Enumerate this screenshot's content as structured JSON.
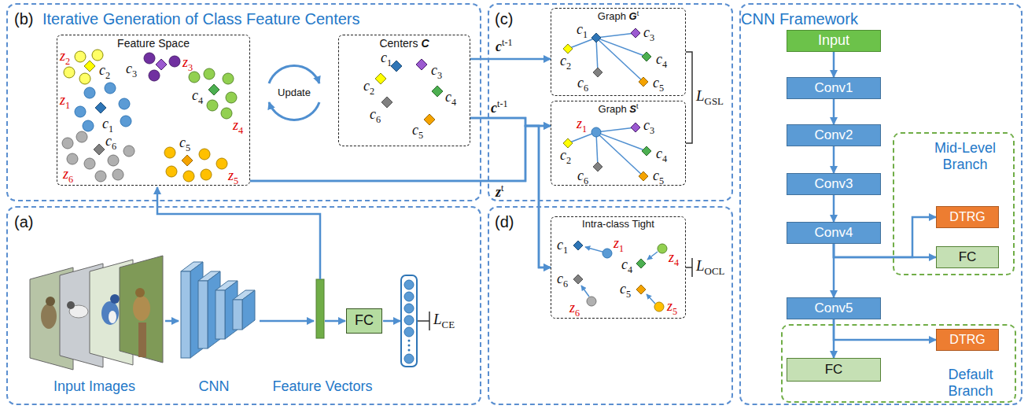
{
  "diagram": {
    "nodes": [
      {
        "text": [
          "(b)",
          "Iterative Generation of Class Feature Centers"
        ]
      },
      {
        "text": [
          "Feature Space"
        ],
        "in": 0
      },
      {
        "text": [
          "Centers C"
        ],
        "in": 0
      },
      {
        "text": [
          "(c)"
        ]
      },
      {
        "text": [
          "Graph Gt"
        ],
        "in": 3
      },
      {
        "text": [
          "Graph St"
        ],
        "in": 3
      },
      {
        "text": [
          "CNN Framework"
        ]
      },
      {
        "text": [
          "Input"
        ],
        "in": 6
      },
      {
        "text": [
          "Conv1"
        ],
        "in": 6
      },
      {
        "text": [
          "Conv2"
        ],
        "in": 6
      },
      {
        "text": [
          "Mid-Level Branch"
        ],
        "in": 6
      },
      {
        "text": [
          "Conv3"
        ],
        "in": 6
      },
      {
        "text": [
          "DTRG"
        ],
        "in": 10
      },
      {
        "text": [
          "Conv4"
        ],
        "in": 6
      },
      {
        "text": [
          "FC"
        ],
        "in": 10
      },
      {
        "text": [
          "Conv5"
        ],
        "in": 6
      },
      {
        "text": [
          "Default Branch"
        ],
        "in": 6
      },
      {
        "text": [
          "DTRG"
        ],
        "in": 16
      },
      {
        "text": [
          "FC"
        ],
        "in": 16
      },
      {
        "text": [
          "(a)"
        ]
      },
      {
        "text": [
          "FC"
        ],
        "in": 19
      },
      {
        "text": [
          "(d)"
        ]
      },
      {
        "text": [
          "Intra-class Tight"
        ],
        "in": 21
      }
    ],
    "edges": [
      {
        "from": 2,
        "to": 4,
        "arrow": "to",
        "label": "ct-1"
      },
      {
        "from": 2,
        "to": 5,
        "arrow": "to",
        "label": "ct-1"
      },
      {
        "from": 1,
        "to": 5,
        "arrow": "to",
        "label": "zt"
      },
      {
        "from": 2,
        "to": 22,
        "arrow": "to"
      },
      {
        "from": 1,
        "to": 22,
        "arrow": "to"
      },
      {
        "from": 7,
        "to": 8,
        "arrow": "to"
      },
      {
        "from": 8,
        "to": 9,
        "arrow": "to"
      },
      {
        "from": 9,
        "to": 11,
        "arrow": "to"
      },
      {
        "from": 11,
        "to": 13,
        "arrow": "to"
      },
      {
        "from": 13,
        "to": 15,
        "arrow": "to"
      },
      {
        "from": 13,
        "to": 12,
        "arrow": "to"
      },
      {
        "from": 13,
        "to": 14,
        "arrow": "to"
      },
      {
        "from": 15,
        "to": 18,
        "arrow": "to"
      },
      {
        "from": 15,
        "to": 17,
        "arrow": "to"
      }
    ],
    "labels": [
      "Update",
      "z2",
      "c2",
      "c3",
      "z3",
      "z1",
      "c1",
      "c4",
      "z4",
      "c6",
      "z6",
      "c5",
      "z5",
      "c1",
      "c2",
      "c3",
      "c4",
      "c6",
      "c5",
      "c1",
      "c2",
      "c3",
      "c4",
      "c6",
      "c5",
      "z1",
      "c2",
      "c3",
      "c4",
      "c6",
      "c5",
      "c1",
      "z1",
      "c4",
      "z4",
      "c6",
      "c5",
      "z6",
      "z5",
      "Input Images",
      "CNN",
      "Feature Vectors",
      "LCE",
      "LGSL",
      "LOCL"
    ]
  }
}
